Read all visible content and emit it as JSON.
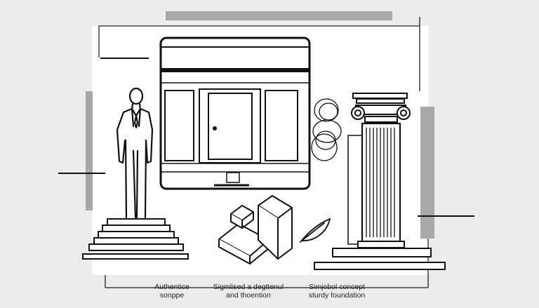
{
  "captions": [
    {
      "line1": "Authentice",
      "line2": "sonppe"
    },
    {
      "line1": "Sigmlised a degttenul",
      "line2": "and thoention"
    },
    {
      "line1": "Simjobol concept",
      "line2": "sturdy foundation"
    }
  ],
  "colors": {
    "background": "#ececec",
    "panel": "#ffffff",
    "ink": "#111111",
    "gray_bar": "#a9a9a9"
  },
  "icons": [
    "businessman-icon",
    "monitor-icon",
    "door-icon",
    "blocks-icon",
    "leaf-icon",
    "scribble-icon",
    "column-icon",
    "stairs-icon"
  ]
}
